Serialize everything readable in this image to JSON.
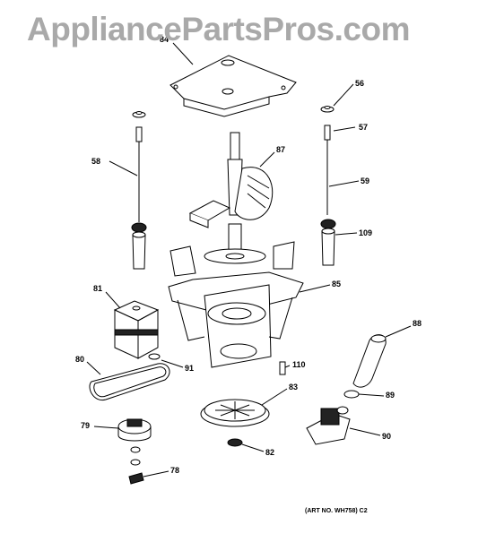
{
  "watermark": "AppliancePartsPros.com",
  "art_number": "(ART NO. WH758) C2",
  "callouts": [
    {
      "id": "56",
      "label": "56"
    },
    {
      "id": "57",
      "label": "57"
    },
    {
      "id": "58",
      "label": "58"
    },
    {
      "id": "59",
      "label": "59"
    },
    {
      "id": "78",
      "label": "78"
    },
    {
      "id": "79",
      "label": "79"
    },
    {
      "id": "80",
      "label": "80"
    },
    {
      "id": "81",
      "label": "81"
    },
    {
      "id": "82",
      "label": "82"
    },
    {
      "id": "83",
      "label": "83"
    },
    {
      "id": "85",
      "label": "85"
    },
    {
      "id": "87",
      "label": "87"
    },
    {
      "id": "88",
      "label": "88"
    },
    {
      "id": "89",
      "label": "89"
    },
    {
      "id": "90",
      "label": "90"
    },
    {
      "id": "91",
      "label": "91"
    },
    {
      "id": "109",
      "label": "109"
    },
    {
      "id": "110",
      "label": "110"
    },
    {
      "id": "top",
      "label": "84"
    }
  ]
}
